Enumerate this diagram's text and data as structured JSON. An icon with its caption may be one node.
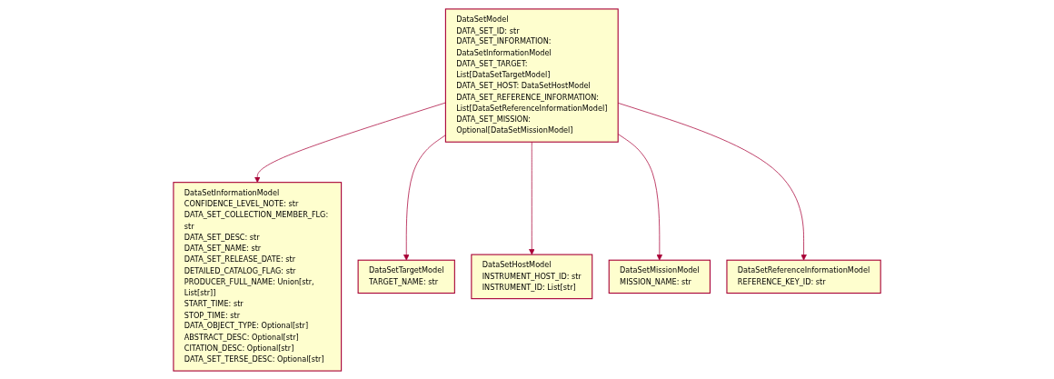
{
  "diagram": {
    "nodes": [
      {
        "text": [
          "DataSetModel",
          "DATA_SET_ID: str",
          "DATA_SET_INFORMATION: DataSetInformationModel",
          "DATA_SET_TARGET: List[DataSetTargetModel]",
          "DATA_SET_HOST: DataSetHostModel",
          "DATA_SET_REFERENCE_INFORMATION: List[DataSetReferenceInformationModel]",
          "DATA_SET_MISSION: Optional[DataSetMissionModel]"
        ]
      },
      {
        "text": [
          "DataSetInformationModel",
          "CONFIDENCE_LEVEL_NOTE: str",
          "DATA_SET_COLLECTION_MEMBER_FLG: str",
          "DATA_SET_DESC: str",
          "DATA_SET_NAME: str",
          "DATA_SET_RELEASE_DATE: str",
          "DETAILED_CATALOG_FLAG: str",
          "PRODUCER_FULL_NAME: Union[str, List[str]]",
          "START_TIME: str",
          "STOP_TIME: str",
          "DATA_OBJECT_TYPE: Optional[str]",
          "ABSTRACT_DESC: Optional[str]",
          "CITATION_DESC: Optional[str]",
          "DATA_SET_TERSE_DESC: Optional[str]"
        ]
      },
      {
        "text": [
          "DataSetTargetModel",
          "TARGET_NAME: str"
        ]
      },
      {
        "text": [
          "DataSetHostModel",
          "INSTRUMENT_HOST_ID: str",
          "INSTRUMENT_ID: List[str]"
        ]
      },
      {
        "text": [
          "DataSetMissionModel",
          "MISSION_NAME: str"
        ]
      },
      {
        "text": [
          "DataSetReferenceInformationModel",
          "REFERENCE_KEY_ID: str"
        ]
      }
    ],
    "edges": [
      {
        "from": 0,
        "to": 1,
        "arrow": "to"
      },
      {
        "from": 0,
        "to": 2,
        "arrow": "to"
      },
      {
        "from": 0,
        "to": 3,
        "arrow": "to"
      },
      {
        "from": 0,
        "to": 4,
        "arrow": "to"
      },
      {
        "from": 0,
        "to": 5,
        "arrow": "to"
      }
    ]
  }
}
